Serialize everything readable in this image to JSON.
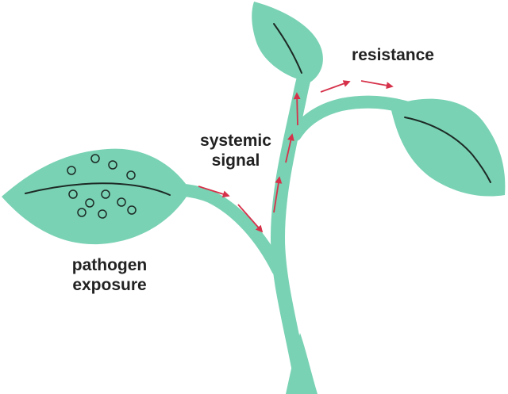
{
  "labels": {
    "pathogen": [
      "pathogen",
      "exposure"
    ],
    "signal": [
      "systemic",
      "signal"
    ],
    "resistance": "resistance"
  },
  "colors": {
    "plant": "#79d2b3",
    "vein": "#1d2a26",
    "arrow": "#d6314a",
    "text": "#222222",
    "background": "#ffffff"
  },
  "icons": {
    "pathogen_marker": "circle",
    "signal_marker": "red-arrow"
  }
}
